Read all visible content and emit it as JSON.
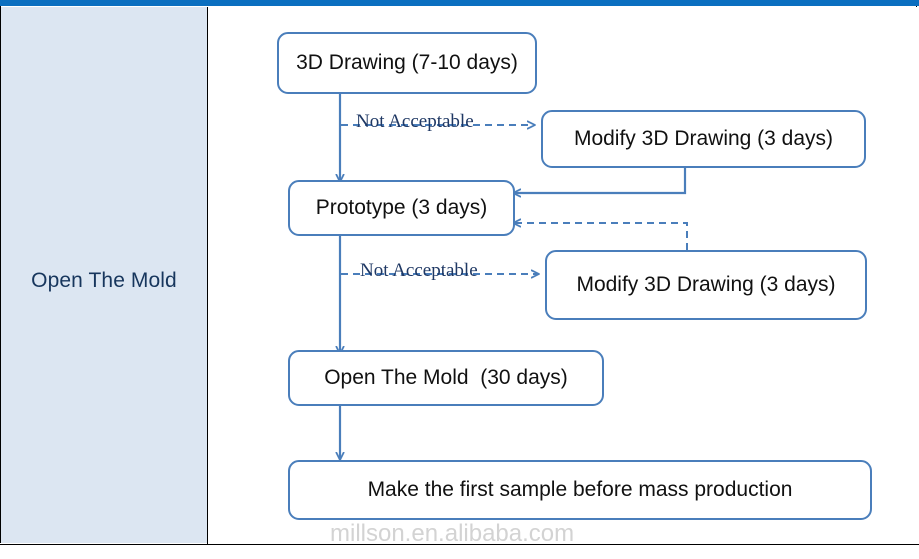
{
  "page": {
    "title": "Open The Mold process flowchart",
    "top_bar_color": "#0b6fc0",
    "sidebar_bg_color": "#dce6f2",
    "node_border_color": "#4a7ebb",
    "node_text_color": "#111111",
    "label_text_color": "#1f3864"
  },
  "sidebar": {
    "label": "Open The Mold"
  },
  "flow": {
    "nodes": [
      {
        "id": "3d-drawing",
        "label": "3D Drawing (7-10 days)"
      },
      {
        "id": "modify-3d-drawing-1",
        "label": "Modify 3D Drawing (3 days)"
      },
      {
        "id": "prototype",
        "label": "Prototype (3 days)"
      },
      {
        "id": "modify-3d-drawing-2",
        "label": "Modify 3D Drawing (3 days)"
      },
      {
        "id": "open-the-mold",
        "label": "Open The Mold  (30 days)"
      },
      {
        "id": "first-sample",
        "label": "Make the first sample before mass production"
      }
    ],
    "edge_labels": [
      {
        "id": "not-acceptable-1",
        "label": "Not Acceptable"
      },
      {
        "id": "not-acceptable-2",
        "label": "Not Acceptable"
      }
    ]
  },
  "watermark": {
    "text": "millson.en.alibaba.com"
  }
}
